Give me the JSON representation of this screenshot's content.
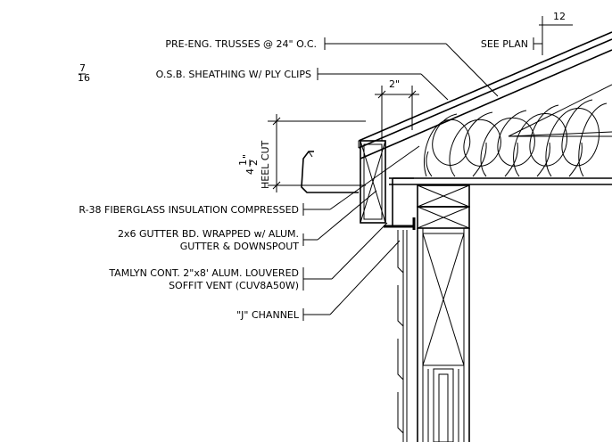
{
  "pitch": {
    "run": "12"
  },
  "labels": {
    "trusses": "PRE-ENG. TRUSSES @ 24\" O.C.",
    "see_plan": "SEE PLAN",
    "sheathing": "O.S.B. SHEATHING W/ PLY CLIPS",
    "sheathing_fraction_num": "7",
    "sheathing_fraction_den": "16",
    "dim_2": "2\"",
    "heel_cut": "HEEL CUT",
    "heel_whole": "4",
    "heel_num": "1",
    "heel_den": "2",
    "heel_inch": "\"",
    "insulation": "R-38 FIBERGLASS INSULATION COMPRESSED",
    "gutter_line1": "2x6 GUTTER BD. WRAPPED w/ ALUM.",
    "gutter_line2": "GUTTER & DOWNSPOUT",
    "soffit_line1": "TAMLYN CONT. 2\"x8' ALUM. LOUVERED",
    "soffit_line2": "SOFFIT VENT (CUV8A50W)",
    "j_channel": "\"J\" CHANNEL"
  }
}
